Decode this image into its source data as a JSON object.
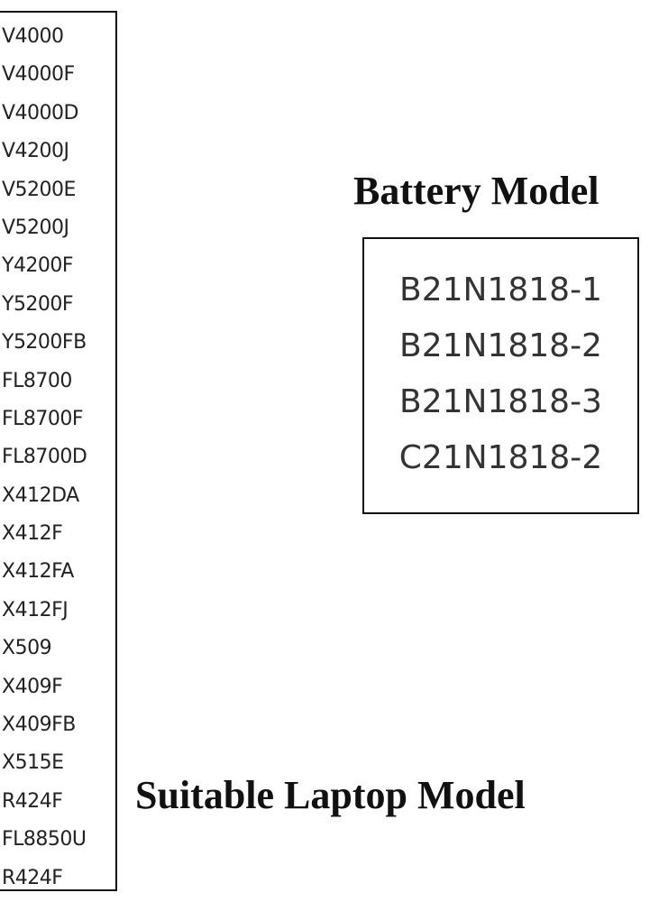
{
  "battery_title": "Battery Model",
  "battery_models": [
    "B21N1818-1",
    "B21N1818-2",
    "B21N1818-3",
    "C21N1818-2"
  ],
  "laptop_title": "Suitable Laptop Model",
  "laptop_models": [
    "V4000",
    "V4000F",
    "V4000D",
    "V4200J",
    "V5200E",
    "V5200J",
    "Y4200F",
    "Y5200F",
    "Y5200FB",
    "FL8700",
    "FL8700F",
    "FL8700D",
    "X412DA",
    "X412F",
    "X412FA",
    "X412FJ",
    "X509",
    "X409F",
    "X409FB",
    "X515E",
    "R424F",
    "FL8850U",
    "R424F"
  ]
}
